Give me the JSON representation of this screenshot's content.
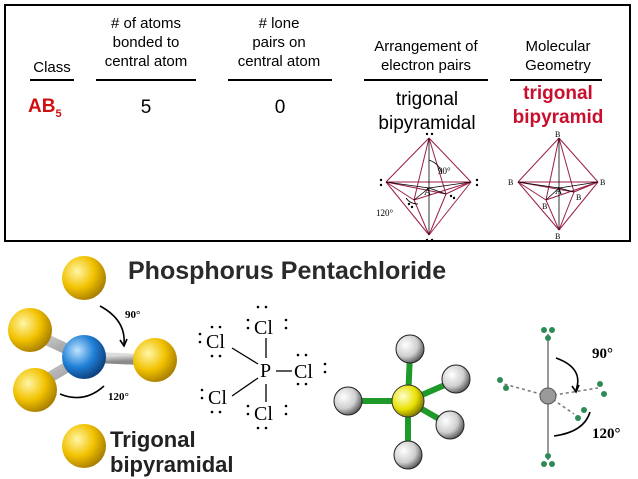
{
  "table": {
    "headers": {
      "class": "Class",
      "atoms_bonded": "# of atoms\nbonded to\ncentral atom",
      "lone_pairs": "# lone\npairs on\ncentral atom",
      "arrangement": "Arrangement of\nelectron pairs",
      "geometry": "Molecular\nGeometry"
    },
    "row": {
      "class_main": "AB",
      "class_sub": "5",
      "atoms_bonded": "5",
      "lone_pairs": "0",
      "arrangement": "trigonal\nbipyramidal",
      "geometry": "trigonal\nbipyramid"
    },
    "diagram_labels": {
      "angle_90": "90°",
      "angle_120": "120°",
      "center_a": "A",
      "ligand_b": "B"
    }
  },
  "molecule": {
    "title": "Phosphorus Pentachloride",
    "subtitle": "Trigonal\nbipyramidal",
    "ball_stick_angle_90": "90°",
    "ball_stick_angle_120": "120°",
    "lewis": {
      "central": "P",
      "ligand": "Cl"
    },
    "right_angle_90": "90°",
    "right_angle_120": "120°"
  },
  "colors": {
    "accent_red": "#c8102e",
    "ligand_yellow": "#f2c200",
    "central_blue": "#1f7fd6",
    "bond_green": "#1f9a2a"
  }
}
